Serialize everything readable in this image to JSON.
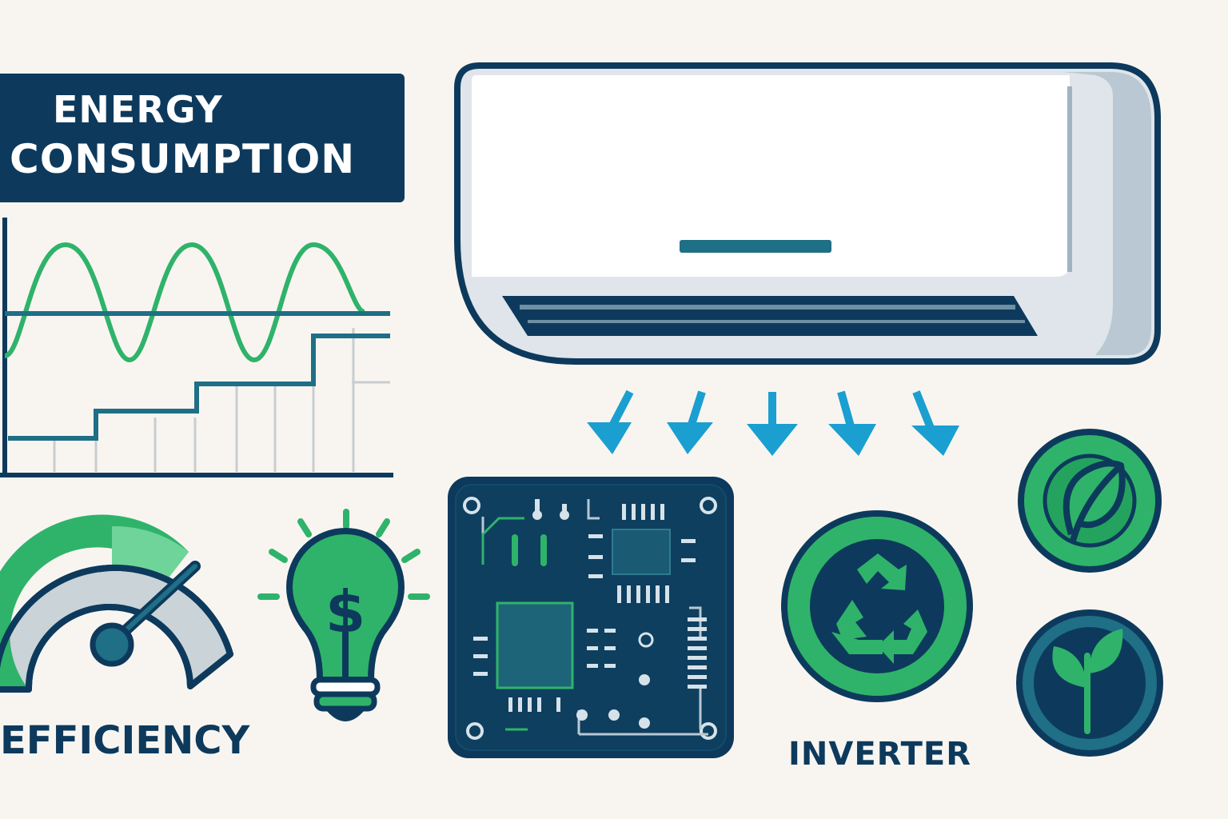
{
  "banner": {
    "line1": "ENERGY",
    "line2": "CONSUMPTION"
  },
  "labels": {
    "efficiency": "EFFICIENCY",
    "inverter": "INVERTER"
  },
  "icons": [
    "energy-graph-icon",
    "air-conditioner-icon",
    "airflow-arrow-icon",
    "efficiency-gauge-icon",
    "dollar-lightbulb-icon",
    "circuit-board-icon",
    "recycle-icon",
    "leaf-icon",
    "sprout-icon"
  ],
  "colors": {
    "navy": "#0d3a5c",
    "teal": "#1f6f86",
    "green": "#2fb36a",
    "blue_arrow": "#1a9fd0",
    "background": "#f8f5f1"
  }
}
